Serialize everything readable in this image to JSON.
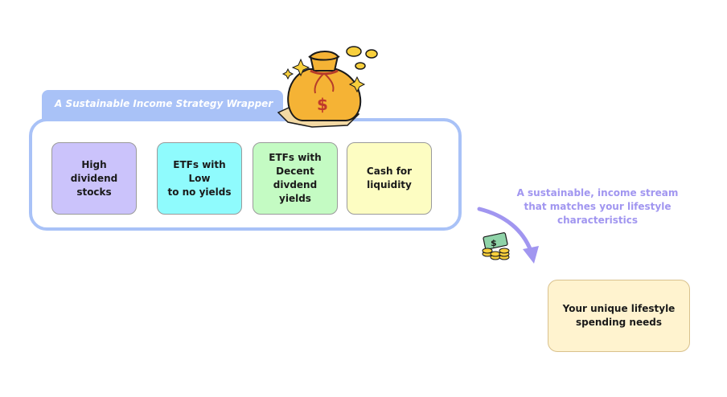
{
  "wrapper": {
    "title": "A Sustainable Income Strategy Wrapper",
    "items": [
      {
        "label": "High dividend\nstocks"
      },
      {
        "label": "ETFs with Low\nto no yields"
      },
      {
        "label": "ETFs with\nDecent divdend\nyields"
      },
      {
        "label": "Cash for\nliquidity"
      }
    ]
  },
  "stream": {
    "label": "A sustainable, income stream\nthat matches your lifestyle\ncharacteristics"
  },
  "needs": {
    "label": "Your unique lifestyle\nspending needs"
  },
  "icons": {
    "money_bag": "money-bag-icon",
    "cash_coins": "cash-and-coins-icon",
    "arrow": "curved-arrow"
  },
  "colors": {
    "wrapper_border": "#a9c2f7",
    "stocks": "#cbc3fb",
    "low_yield_etfs": "#8ffbfd",
    "decent_yield_etfs": "#c4fbc3",
    "cash": "#fdfdc2",
    "needs": "#fff3cf",
    "stream_text": "#a196f0"
  }
}
